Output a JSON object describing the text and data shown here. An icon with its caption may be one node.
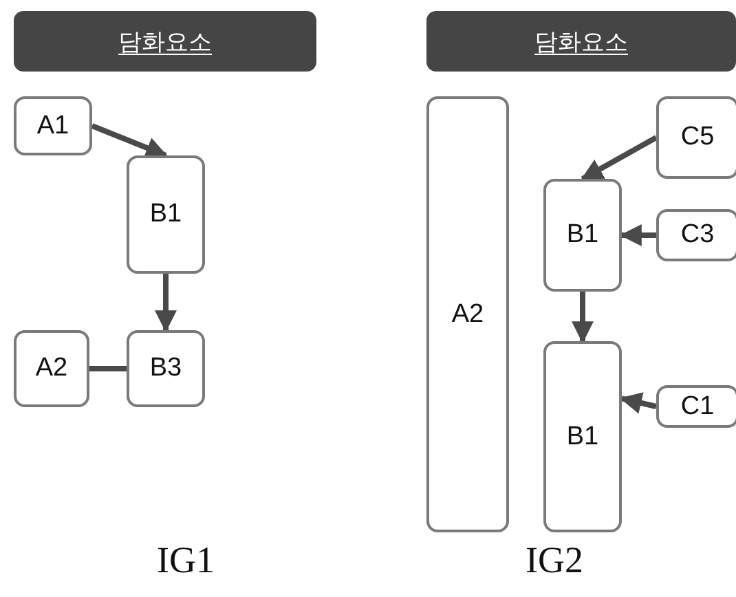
{
  "diagram": {
    "nodes": [
      {
        "text": [
          "담화요소"
        ]
      },
      {
        "text": [
          "A1"
        ]
      },
      {
        "text": [
          "B1"
        ]
      },
      {
        "text": [
          "A2"
        ]
      },
      {
        "text": [
          "B3"
        ]
      },
      {
        "text": [
          "담화요소"
        ]
      },
      {
        "text": [
          "A2"
        ]
      },
      {
        "text": [
          "C5"
        ]
      },
      {
        "text": [
          "B1"
        ]
      },
      {
        "text": [
          "C3"
        ]
      },
      {
        "text": [
          "B1"
        ]
      },
      {
        "text": [
          "C1"
        ]
      }
    ],
    "edges": [
      {
        "from": 1,
        "to": 2,
        "arrow": "to"
      },
      {
        "from": 2,
        "to": 4,
        "arrow": "to"
      },
      {
        "from": 3,
        "to": 4,
        "arrow": "none"
      },
      {
        "from": 7,
        "to": 8,
        "arrow": "to"
      },
      {
        "from": 9,
        "to": 8,
        "arrow": "to"
      },
      {
        "from": 8,
        "to": 10,
        "arrow": "to"
      },
      {
        "from": 11,
        "to": 10,
        "arrow": "to"
      }
    ],
    "labels": [
      "IG1",
      "IG2"
    ]
  }
}
